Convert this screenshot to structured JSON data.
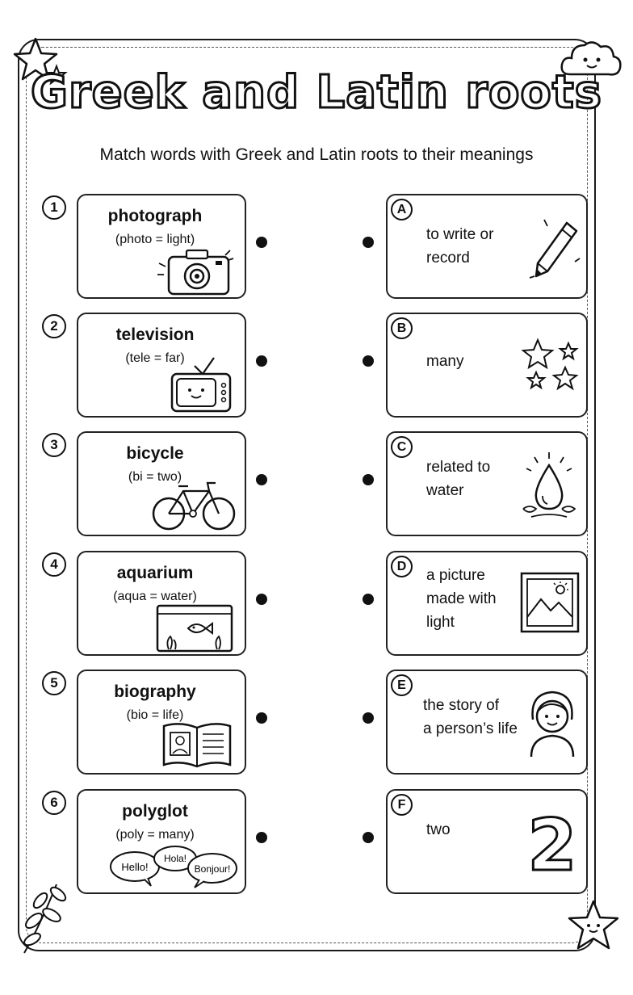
{
  "title": "Greek and Latin roots",
  "subtitle": "Match words with Greek and Latin roots to their meanings",
  "words": [
    {
      "number": "1",
      "word": "photograph",
      "root": "(photo = light)",
      "icon": "camera-icon"
    },
    {
      "number": "2",
      "word": "television",
      "root": "(tele = far)",
      "icon": "tv-icon"
    },
    {
      "number": "3",
      "word": "bicycle",
      "root": "(bi = two)",
      "icon": "bicycle-icon"
    },
    {
      "number": "4",
      "word": "aquarium",
      "root": "(aqua = water)",
      "icon": "aquarium-icon"
    },
    {
      "number": "5",
      "word": "biography",
      "root": "(bio = life)",
      "icon": "book-icon"
    },
    {
      "number": "6",
      "word": "polyglot",
      "root": "(poly = many)",
      "icon": "speech-bubbles-icon"
    }
  ],
  "speech_bubbles": [
    "Hello!",
    "Hola!",
    "Bonjour!"
  ],
  "meanings": [
    {
      "letter": "A",
      "line1": "to write or",
      "line2": "record",
      "line3": "",
      "icon": "pencil-icon"
    },
    {
      "letter": "B",
      "line1": "many",
      "line2": "",
      "line3": "",
      "icon": "stars-icon"
    },
    {
      "letter": "C",
      "line1": "related to",
      "line2": "water",
      "line3": "",
      "icon": "water-drop-icon"
    },
    {
      "letter": "D",
      "line1": "a picture",
      "line2": "made with",
      "line3": "light",
      "icon": "picture-icon"
    },
    {
      "letter": "E",
      "line1": "the story of",
      "line2": "a person’s life",
      "line3": "",
      "icon": "person-icon"
    },
    {
      "letter": "F",
      "line1": "two",
      "line2": "",
      "line3": "",
      "icon": "number-two-icon"
    }
  ],
  "number_two": "2"
}
